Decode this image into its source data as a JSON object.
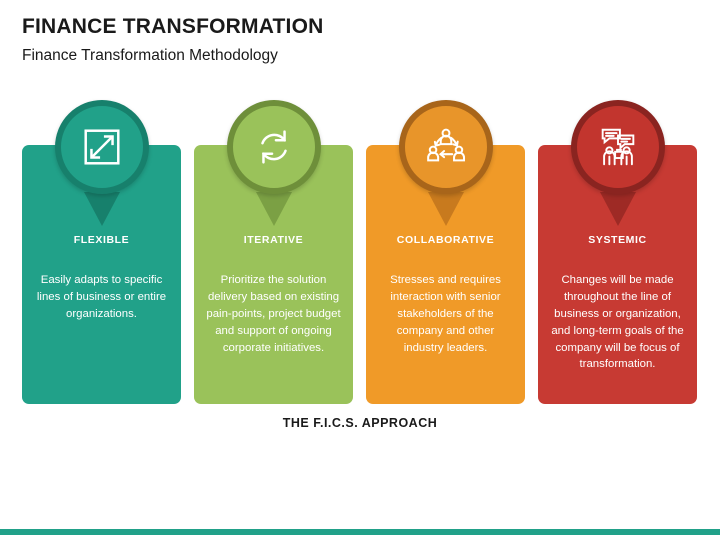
{
  "header": {
    "title": "FINANCE TRANSFORMATION",
    "subtitle": "Finance Transformation Methodology"
  },
  "footer": {
    "caption": "THE F.I.C.S. APPROACH",
    "accent_color": "#21a189"
  },
  "columns": [
    {
      "label": "FLEXIBLE",
      "description": "Easily adapts to specific lines of business or entire organizations.",
      "icon": "resize-expand-icon",
      "card_color": "#21a189",
      "badge_color": "#21a189",
      "badge_ring_color": "#17806c",
      "pointer_color": "#17806c"
    },
    {
      "label": "ITERATIVE",
      "description": "Prioritize the solution delivery based on existing pain-points, project budget and support of ongoing corporate initiatives.",
      "icon": "refresh-cycle-icon",
      "card_color": "#9ac25a",
      "badge_color": "#9ac25a",
      "badge_ring_color": "#6e8f3a",
      "pointer_color": "#7ba044"
    },
    {
      "label": "COLLABORATIVE",
      "description": "Stresses and requires interaction with senior stakeholders of the company and other industry leaders.",
      "icon": "people-network-icon",
      "card_color": "#f09a28",
      "badge_color": "#e8952a",
      "badge_ring_color": "#a8651a",
      "pointer_color": "#c87a1e"
    },
    {
      "label": "SYSTEMIC",
      "description": "Changes will be made throughout the line of business or organization, and long-term goals of the company will be focus of transformation.",
      "icon": "business-people-chat-icon",
      "card_color": "#c73a33",
      "badge_color": "#c2352e",
      "badge_ring_color": "#8a2420",
      "pointer_color": "#9e2a25"
    }
  ]
}
